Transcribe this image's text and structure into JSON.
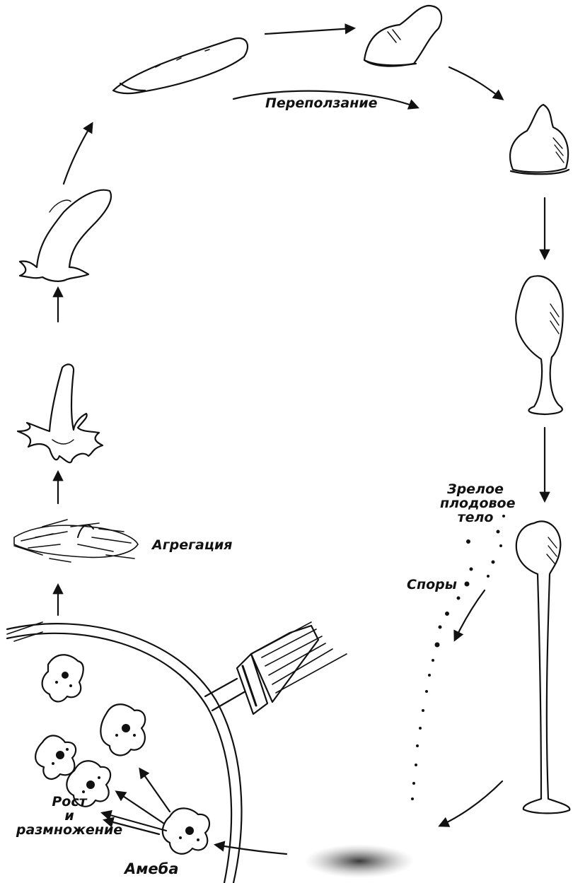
{
  "colors": {
    "ink": "#111111",
    "paper": "#ffffff"
  },
  "labels": {
    "crawling": "Переползание",
    "aggregation": "Агрегация",
    "mature_fruiting_body": [
      "Зрелое",
      "плодовое",
      "тело"
    ],
    "spores": "Споры",
    "growth": [
      "Рост",
      "и",
      "размножение"
    ],
    "amoeba": "Амеба"
  }
}
